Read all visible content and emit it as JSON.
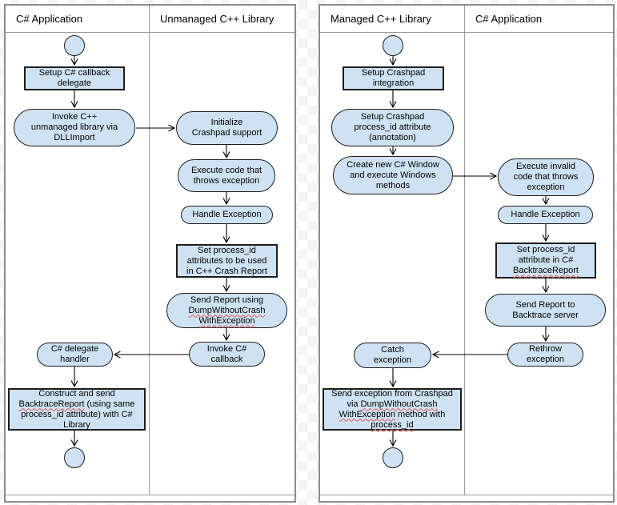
{
  "colors": {
    "node_fill": "#cfe2f3",
    "node_border": "#1d1d1d",
    "pool_border": "#8c8c8c",
    "arrow": "#000000",
    "spellcheck_underline": "#e05b5b",
    "checker_gray": "#f4f4f4"
  },
  "pools": [
    {
      "lanes": [
        {
          "label": "C# Application"
        },
        {
          "label": "Unmanaged C++ Library"
        }
      ],
      "steps": [
        {
          "label": "Setup C# callback\ndelegate",
          "shape": "rect"
        },
        {
          "label": "Invoke C++\nunmanaged library via\nDLLImport",
          "shape": "stadium"
        },
        {
          "label": "Initialize\nCrashpad support",
          "shape": "stadium"
        },
        {
          "label": "Execute code that\nthrows exception",
          "shape": "stadium"
        },
        {
          "label": "Handle Exception",
          "shape": "stadium"
        },
        {
          "label": "Set process_id\nattributes to be used\nin C++ Crash Report",
          "shape": "rect"
        },
        {
          "label": "Send Report using\nDumpWithoutCrash\nWithException",
          "shape": "stadium",
          "misspelled": [
            "DumpWithoutCrash",
            "WithException"
          ]
        },
        {
          "label": "Invoke C#\ncallback",
          "shape": "stadium"
        },
        {
          "label": "C# delegate\nhandler",
          "shape": "stadium"
        },
        {
          "label": "Construct and send\nBacktraceReport (using same\nprocess_id attribute) with C#\nLibrary",
          "shape": "rect",
          "misspelled": [
            "BacktraceReport"
          ]
        }
      ]
    },
    {
      "lanes": [
        {
          "label": "Managed C++ Library"
        },
        {
          "label": "C# Application"
        }
      ],
      "steps": [
        {
          "label": "Setup Crashpad\nintegration",
          "shape": "rect"
        },
        {
          "label": "Setup Crashpad\nprocess_id attribute\n(annotation)",
          "shape": "stadium"
        },
        {
          "label": "Create new C# Window\nand execute Windows\nmethods",
          "shape": "stadium"
        },
        {
          "label": "Execute invalid\ncode that throws\nexception",
          "shape": "stadium"
        },
        {
          "label": "Handle Exception",
          "shape": "stadium"
        },
        {
          "label": "Set process_id\nattribute in C#\nBacktraceReport",
          "shape": "rect",
          "misspelled": [
            "BacktraceReport"
          ]
        },
        {
          "label": "Send Report to\nBacktrace server",
          "shape": "stadium"
        },
        {
          "label": "Rethrow\nexception",
          "shape": "stadium"
        },
        {
          "label": "Catch\nexception",
          "shape": "stadium"
        },
        {
          "label": "Send exception from Crashpad\nvia DumpWithoutCrash\nWithException method with\nprocess_id",
          "shape": "rect",
          "misspelled": [
            "DumpWithoutCrash",
            "WithException",
            "process_id"
          ]
        }
      ]
    }
  ]
}
